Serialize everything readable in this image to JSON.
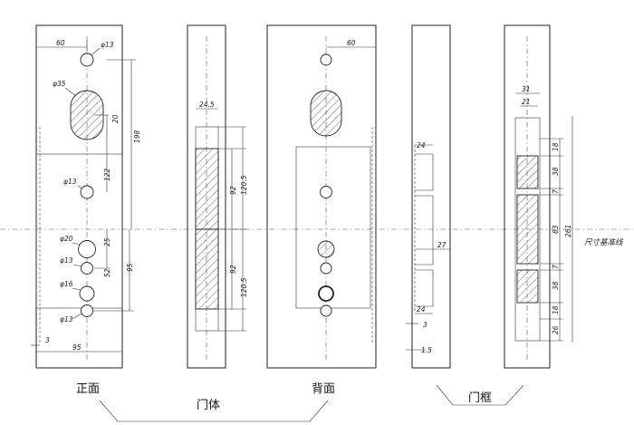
{
  "views": {
    "front": "正面",
    "back": "背面",
    "door_body": "门体",
    "door_frame": "门框"
  },
  "reference_line": "尺寸基准线",
  "front_dims": {
    "width_60": "60",
    "hole_top": "φ13",
    "hole_big": "φ35",
    "d20": "20",
    "d198": "198",
    "hole_mid": "φ13",
    "d122": "122",
    "hole_20": "φ20",
    "d25": "25",
    "d95v": "95",
    "hole_13b": "φ13",
    "d52": "52",
    "hole_16": "φ16",
    "hole_13c": "φ13",
    "d3": "3",
    "d95h": "95"
  },
  "side_dims": {
    "d245": "24.5",
    "d92a": "92",
    "d1205a": "120.5",
    "d92b": "92",
    "d1205b": "120.5"
  },
  "back_dims": {
    "width_60": "60"
  },
  "frame_side_dims": {
    "d24a": "24",
    "d27": "27",
    "d24b": "24",
    "d3": "3",
    "d15": "1.5"
  },
  "frame_front_dims": {
    "d31": "31",
    "d21": "21",
    "d18a": "18",
    "d38a": "38",
    "d7a": "7",
    "d83": "83",
    "d261": "261",
    "d7b": "7",
    "d38b": "38",
    "d18b": "18",
    "d26": "26"
  }
}
